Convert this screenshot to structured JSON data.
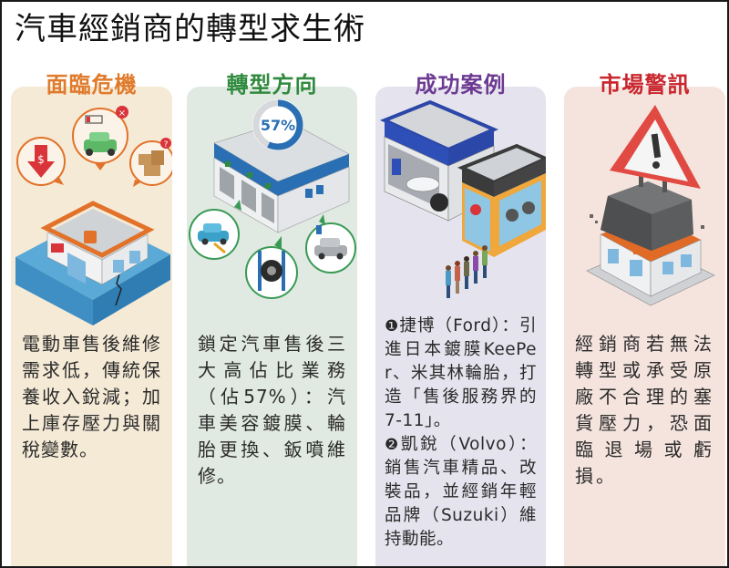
{
  "title": "汽車經銷商的轉型求生術",
  "colors": {
    "crisis": "#e07b2c",
    "direction": "#2f8a3e",
    "cases": "#6d3a93",
    "warning": "#c9262d",
    "crisis_bg": "#f5ead6",
    "direction_bg": "#e1eae2",
    "cases_bg": "#e5e4ee",
    "warning_bg": "#f5e4de"
  },
  "panels": [
    {
      "heading": "面臨危機",
      "illustration": {
        "icons": [
          "dollar-down-arrow-icon",
          "ev-car-low-battery-icon",
          "inventory-boxes-icon"
        ],
        "scene": "dealership-in-flood"
      },
      "text": "電動車售後維修需求低，傳統保養收入銳減；加上庫存壓力與關稅變數。"
    },
    {
      "heading": "轉型方向",
      "illustration": {
        "gauge_label": "57%",
        "icons": [
          "car-detailing-icon",
          "tire-lift-icon",
          "body-repair-icon"
        ],
        "scene": "service-garage"
      },
      "text": "鎖定汽車售後三大高佔比業務（佔57%）：汽車美容鍍膜、輪胎更換、鈑噴維修。"
    },
    {
      "heading": "成功案例",
      "illustration": {
        "scene": "showroom-and-shop-with-queue"
      },
      "cases": [
        {
          "marker": "❶",
          "name": "捷博（Ford）：",
          "text": "引進日本鍍膜KeePer、米其林輪胎，打造「售後服務界的 7-11」。"
        },
        {
          "marker": "❷",
          "name": "凱銳（Volvo）：",
          "text": "銷售汽車精品、改裝品，並經銷年輕品牌（Suzuki）維持動能。"
        }
      ]
    },
    {
      "heading": "市場警訊",
      "illustration": {
        "icons": [
          "warning-triangle-icon"
        ],
        "scene": "dealership-crushed-by-weight"
      },
      "text": "經銷商若無法轉型或承受原廠不合理的塞貨壓力，恐面臨退場或虧損。"
    }
  ]
}
